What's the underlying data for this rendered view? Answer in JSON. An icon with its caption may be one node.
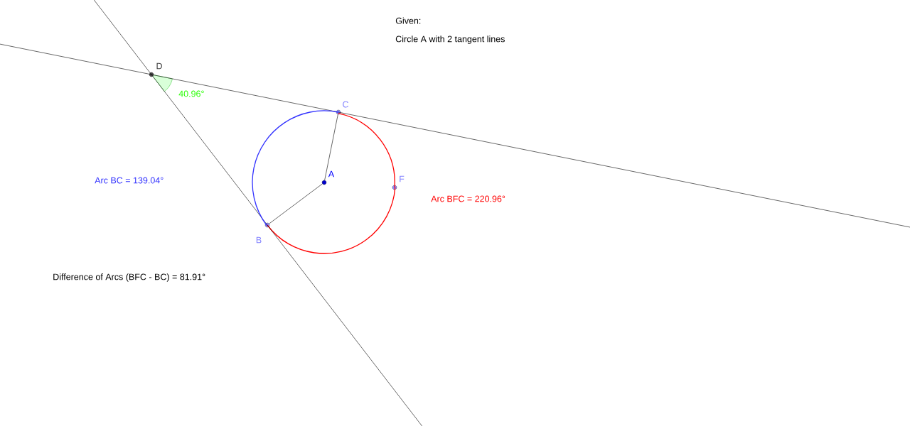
{
  "diagram": {
    "nodes": [
      {
        "text": [
          "D"
        ]
      },
      {
        "text": [
          "C"
        ]
      },
      {
        "text": [
          "A"
        ]
      },
      {
        "text": [
          "F"
        ]
      },
      {
        "text": [
          "B"
        ]
      }
    ],
    "edges": [
      {
        "from": 0,
        "to": 1,
        "arrow": "none"
      },
      {
        "from": 0,
        "to": 4,
        "arrow": "none"
      },
      {
        "from": 2,
        "to": 1,
        "arrow": "none"
      },
      {
        "from": 2,
        "to": 4,
        "arrow": "none"
      },
      {
        "from": 1,
        "to": 4,
        "arrow": "none",
        "color": "#3333ff"
      },
      {
        "from": 4,
        "to": 3,
        "arrow": "none",
        "color": "#ff0000"
      },
      {
        "from": 3,
        "to": 1,
        "arrow": "none",
        "color": "#ff0000"
      },
      {
        "from": 0,
        "to": null,
        "arrow": "none"
      },
      {
        "from": 1,
        "to": null,
        "arrow": "none"
      },
      {
        "from": 0,
        "to": null,
        "arrow": "none"
      },
      {
        "from": 4,
        "to": null,
        "arrow": "none"
      }
    ],
    "labels": [
      "Given:",
      "Circle A with 2 tangent lines",
      "40.96°",
      "Arc BC = 139.04°",
      "Arc BFC = 220.96°",
      "Difference of Arcs (BFC - BC) = 81.91°"
    ]
  }
}
